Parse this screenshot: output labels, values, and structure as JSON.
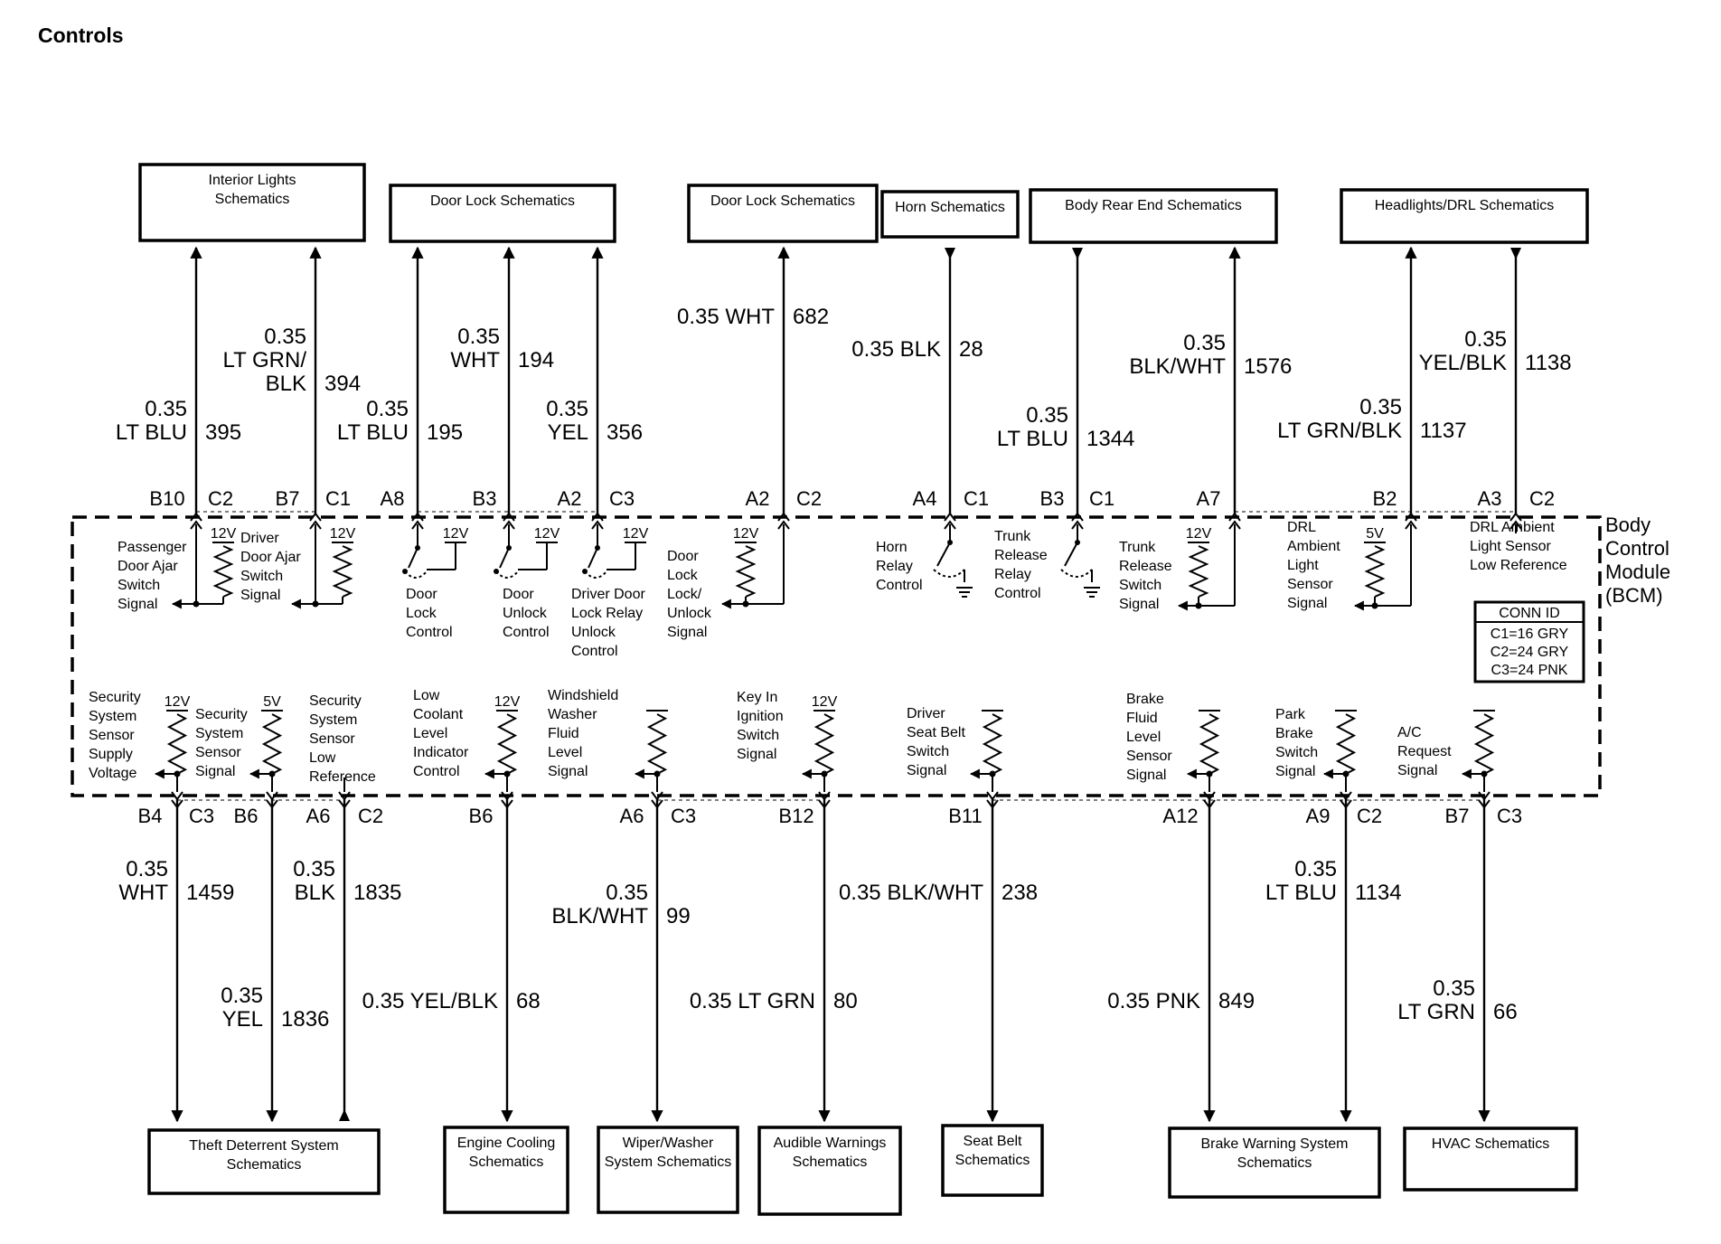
{
  "page": {
    "title": "Controls"
  },
  "bcm": {
    "label_lines": [
      "Body",
      "Control",
      "Module",
      "(BCM)"
    ],
    "conn_id": {
      "title": "CONN ID",
      "rows": [
        "C1=16 GRY",
        "C2=24 GRY",
        "C3=24 PNK"
      ]
    }
  },
  "top_boxes": [
    {
      "lines": [
        "Interior Lights",
        "Schematics"
      ]
    },
    {
      "lines": [
        "Door Lock Schematics"
      ]
    },
    {
      "lines": [
        "Door Lock Schematics"
      ]
    },
    {
      "lines": [
        "Horn Schematics"
      ]
    },
    {
      "lines": [
        "Body Rear End Schematics"
      ]
    },
    {
      "lines": [
        "Headlights/DRL Schematics"
      ]
    }
  ],
  "bottom_boxes": [
    {
      "lines": [
        "Theft Deterrent System",
        "Schematics"
      ]
    },
    {
      "lines": [
        "Engine Cooling",
        "Schematics"
      ]
    },
    {
      "lines": [
        "Wiper/Washer",
        "System Schematics"
      ]
    },
    {
      "lines": [
        "Audible Warnings",
        "Schematics"
      ]
    },
    {
      "lines": [
        "Seat Belt",
        "Schematics"
      ]
    },
    {
      "lines": [
        "Brake Warning System",
        "Schematics"
      ]
    },
    {
      "lines": [
        "HVAC Schematics"
      ]
    }
  ],
  "top_wires": [
    {
      "pin": "B10",
      "conn": "C2",
      "wire_lines": [
        "0.35",
        "LT BLU"
      ],
      "circuit": "395",
      "voltage": "12V",
      "function": [
        "Passenger",
        "Door Ajar",
        "Switch",
        "Signal"
      ]
    },
    {
      "pin": "B7",
      "conn": "C1",
      "wire_lines": [
        "0.35",
        "LT GRN/",
        "BLK"
      ],
      "circuit": "394",
      "voltage": "12V",
      "function": [
        "Driver",
        "Door Ajar",
        "Switch",
        "Signal"
      ]
    },
    {
      "pin": "A8",
      "conn": "",
      "wire_lines": [
        "0.35",
        "LT BLU"
      ],
      "circuit": "195",
      "voltage": "12V",
      "function": [
        "Door",
        "Lock",
        "Control"
      ]
    },
    {
      "pin": "B3",
      "conn": "",
      "wire_lines": [
        "0.35",
        "WHT"
      ],
      "circuit": "194",
      "voltage": "12V",
      "function": [
        "Door",
        "Unlock",
        "Control"
      ]
    },
    {
      "pin": "A2",
      "conn": "C3",
      "wire_lines": [
        "0.35",
        "YEL"
      ],
      "circuit": "356",
      "voltage": "12V",
      "function": [
        "Driver Door",
        "Lock Relay",
        "Unlock",
        "Control"
      ]
    },
    {
      "pin": "A2",
      "conn": "C2",
      "wire_lines": [
        "0.35 WHT"
      ],
      "circuit": "682",
      "voltage": "12V",
      "function": [
        "Door",
        "Lock",
        "Lock/",
        "Unlock",
        "Signal"
      ]
    },
    {
      "pin": "A4",
      "conn": "C1",
      "wire_lines": [
        "0.35 BLK"
      ],
      "circuit": "28",
      "voltage": "",
      "function": [
        "Horn",
        "Relay",
        "Control"
      ]
    },
    {
      "pin": "B3",
      "conn": "C1",
      "wire_lines": [
        "0.35",
        "LT BLU"
      ],
      "circuit": "1344",
      "voltage": "",
      "function": [
        "Trunk",
        "Release",
        "Relay",
        "Control"
      ]
    },
    {
      "pin": "A7",
      "conn": "",
      "wire_lines": [
        "0.35",
        "BLK/WHT"
      ],
      "circuit": "1576",
      "voltage": "12V",
      "function": [
        "Trunk",
        "Release",
        "Switch",
        "Signal"
      ]
    },
    {
      "pin": "B2",
      "conn": "",
      "wire_lines": [
        "0.35",
        "LT GRN/BLK"
      ],
      "circuit": "1137",
      "voltage": "5V",
      "function": [
        "DRL",
        "Ambient",
        "Light",
        "Sensor",
        "Signal"
      ]
    },
    {
      "pin": "A3",
      "conn": "C2",
      "wire_lines": [
        "0.35",
        "YEL/BLK"
      ],
      "circuit": "1138",
      "voltage": "",
      "function": [
        "DRL Ambient",
        "Light Sensor",
        "Low Reference"
      ]
    }
  ],
  "bottom_wires": [
    {
      "pin": "B4",
      "conn": "C3",
      "wire_lines": [
        "0.35",
        "WHT"
      ],
      "circuit": "1459",
      "voltage": "12V",
      "function": [
        "Security",
        "System",
        "Sensor",
        "Supply",
        "Voltage"
      ]
    },
    {
      "pin": "B6",
      "conn": "",
      "wire_lines": [
        "0.35",
        "YEL"
      ],
      "circuit": "1836",
      "voltage": "5V",
      "function": [
        "Security",
        "System",
        "Sensor",
        "Signal"
      ]
    },
    {
      "pin": "A6",
      "conn": "C2",
      "wire_lines": [
        "0.35",
        "BLK"
      ],
      "circuit": "1835",
      "voltage": "",
      "function": [
        "Security",
        "System",
        "Sensor",
        "Low",
        "Reference"
      ]
    },
    {
      "pin": "B6",
      "conn": "",
      "wire_lines": [
        "0.35 YEL/BLK"
      ],
      "circuit": "68",
      "voltage": "12V",
      "function": [
        "Low",
        "Coolant",
        "Level",
        "Indicator",
        "Control"
      ]
    },
    {
      "pin": "A6",
      "conn": "C3",
      "wire_lines": [
        "0.35",
        "BLK/WHT"
      ],
      "circuit": "99",
      "voltage": "",
      "function": [
        "Windshield",
        "Washer",
        "Fluid",
        "Level",
        "Signal"
      ]
    },
    {
      "pin": "B12",
      "conn": "",
      "wire_lines": [
        "0.35 LT GRN"
      ],
      "circuit": "80",
      "voltage": "12V",
      "function": [
        "Key In",
        "Ignition",
        "Switch",
        "Signal"
      ]
    },
    {
      "pin": "B11",
      "conn": "",
      "wire_lines": [
        "0.35 BLK/WHT"
      ],
      "circuit": "238",
      "voltage": "",
      "function": [
        "Driver",
        "Seat Belt",
        "Switch",
        "Signal"
      ]
    },
    {
      "pin": "A12",
      "conn": "",
      "wire_lines": [
        "0.35 PNK"
      ],
      "circuit": "849",
      "voltage": "",
      "function": [
        "Brake",
        "Fluid",
        "Level",
        "Sensor",
        "Signal"
      ]
    },
    {
      "pin": "A9",
      "conn": "C2",
      "wire_lines": [
        "0.35",
        "LT BLU"
      ],
      "circuit": "1134",
      "voltage": "",
      "function": [
        "Park",
        "Brake",
        "Switch",
        "Signal"
      ]
    },
    {
      "pin": "B7",
      "conn": "C3",
      "wire_lines": [
        "0.35",
        "LT GRN"
      ],
      "circuit": "66",
      "voltage": "",
      "function": [
        "A/C",
        "Request",
        "Signal"
      ]
    }
  ]
}
